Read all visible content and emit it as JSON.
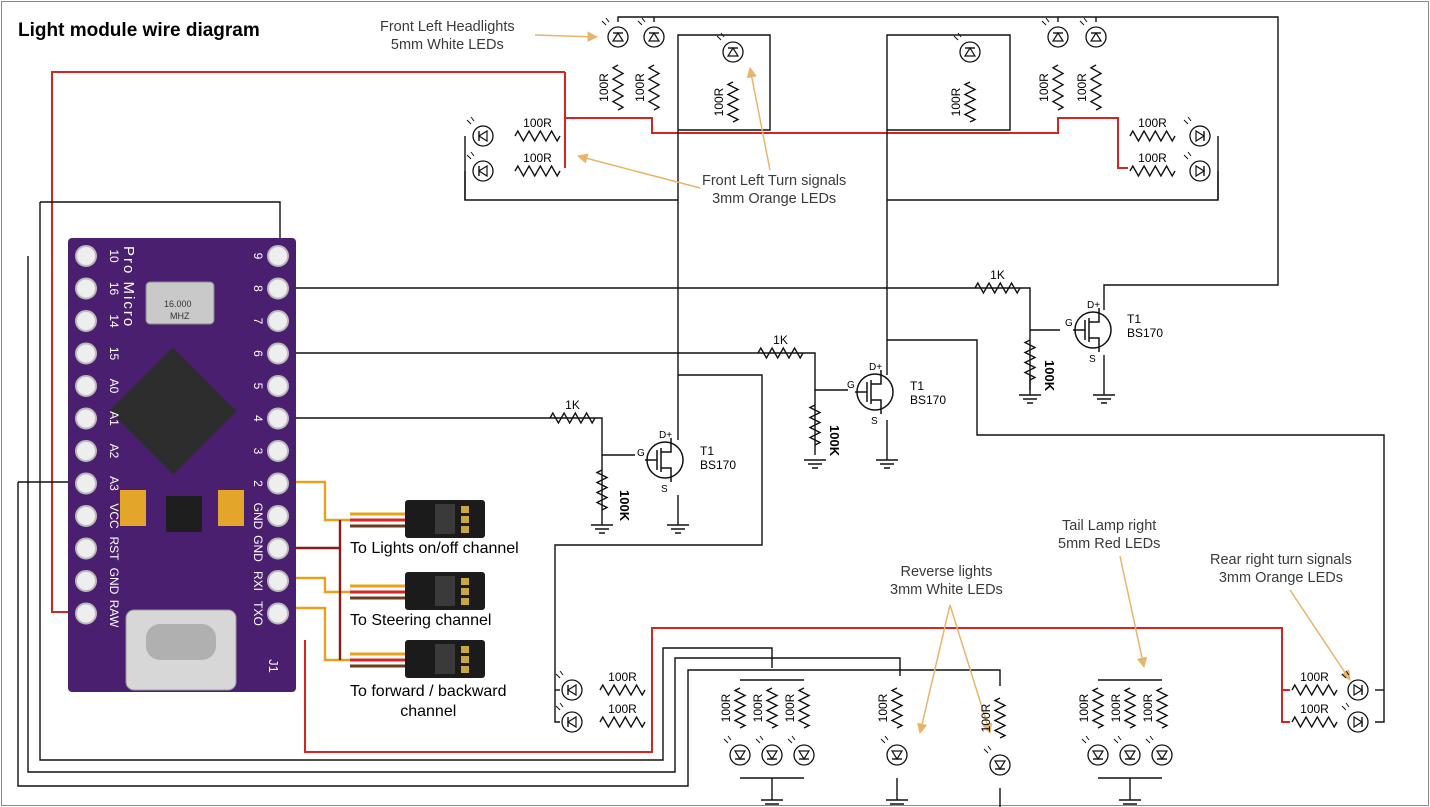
{
  "title": "Light module wire diagram",
  "annotations": {
    "front_headlights": [
      "Front Left Headlights",
      "5mm White LEDs"
    ],
    "front_turn": [
      "Front Left Turn signals",
      "3mm Orange LEDs"
    ],
    "reverse": [
      "Reverse lights",
      "3mm White LEDs"
    ],
    "tail": [
      "Tail Lamp right",
      "5mm Red LEDs"
    ],
    "rear_turn": [
      "Rear right turn signals",
      "3mm Orange LEDs"
    ]
  },
  "connectors": {
    "lights": "To Lights on/off channel",
    "steering": "To Steering channel",
    "forward": [
      "To forward / backward",
      "channel"
    ]
  },
  "board": {
    "brand": "Pro Micro",
    "crystal": [
      "16.000",
      "MHZ"
    ],
    "left_pins": [
      "10",
      "16",
      "14",
      "15",
      "A0",
      "A1",
      "A2",
      "A3",
      "VCC",
      "RST",
      "GND",
      "RAW"
    ],
    "right_pins": [
      "9",
      "8",
      "7",
      "6",
      "5",
      "4",
      "3",
      "2",
      "GND",
      "GND",
      "RXI",
      "TXO"
    ],
    "bottom_label": "J1"
  },
  "components": {
    "led_resistor": "100R",
    "gate_resistor": "1K",
    "pulldown": "100K",
    "transistor_name": "T1",
    "transistor_model": "BS170",
    "pin_drain": "D+",
    "pin_gate": "G",
    "pin_source": "S"
  },
  "colors": {
    "wire_black": "#111111",
    "wire_red": "#d62424",
    "wire_orange": "#e6a21e",
    "wire_darkred": "#8b1a1a",
    "board_purple": "#4b1f70",
    "annotation_arrow": "#e8b46a"
  }
}
